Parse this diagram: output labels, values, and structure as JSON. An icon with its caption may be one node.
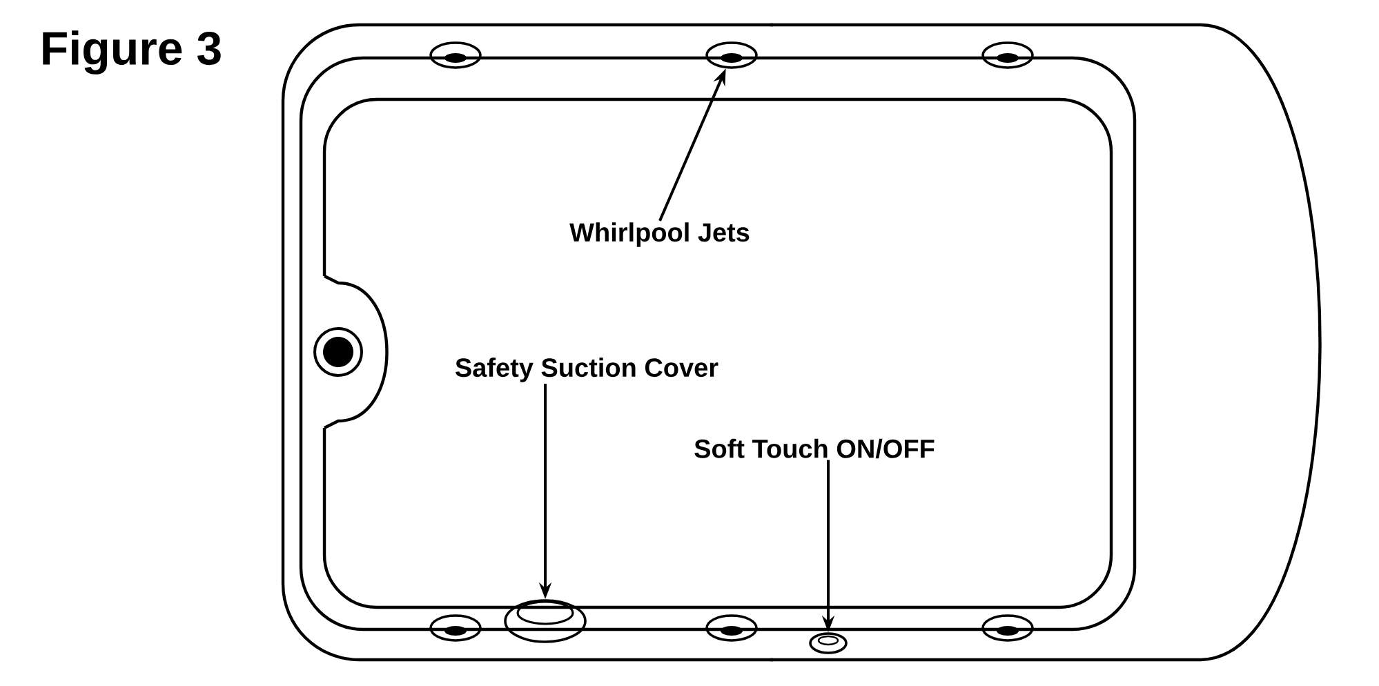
{
  "diagram": {
    "title": "Figure 3",
    "nodes": [
      {
        "text": [
          "Whirlpool Jets"
        ]
      },
      {
        "text": [],
        "shape": "circle"
      },
      {
        "text": [
          "Safety Suction Cover"
        ]
      },
      {
        "text": [],
        "shape": "cylinder"
      },
      {
        "text": [
          "Soft Touch ON/OFF"
        ]
      },
      {
        "text": [],
        "shape": "circle"
      }
    ],
    "edges": [
      {
        "from": 0,
        "to": 1,
        "arrow": "to"
      },
      {
        "from": 2,
        "to": 3,
        "arrow": "to"
      },
      {
        "from": 4,
        "to": 5,
        "arrow": "to"
      }
    ]
  }
}
